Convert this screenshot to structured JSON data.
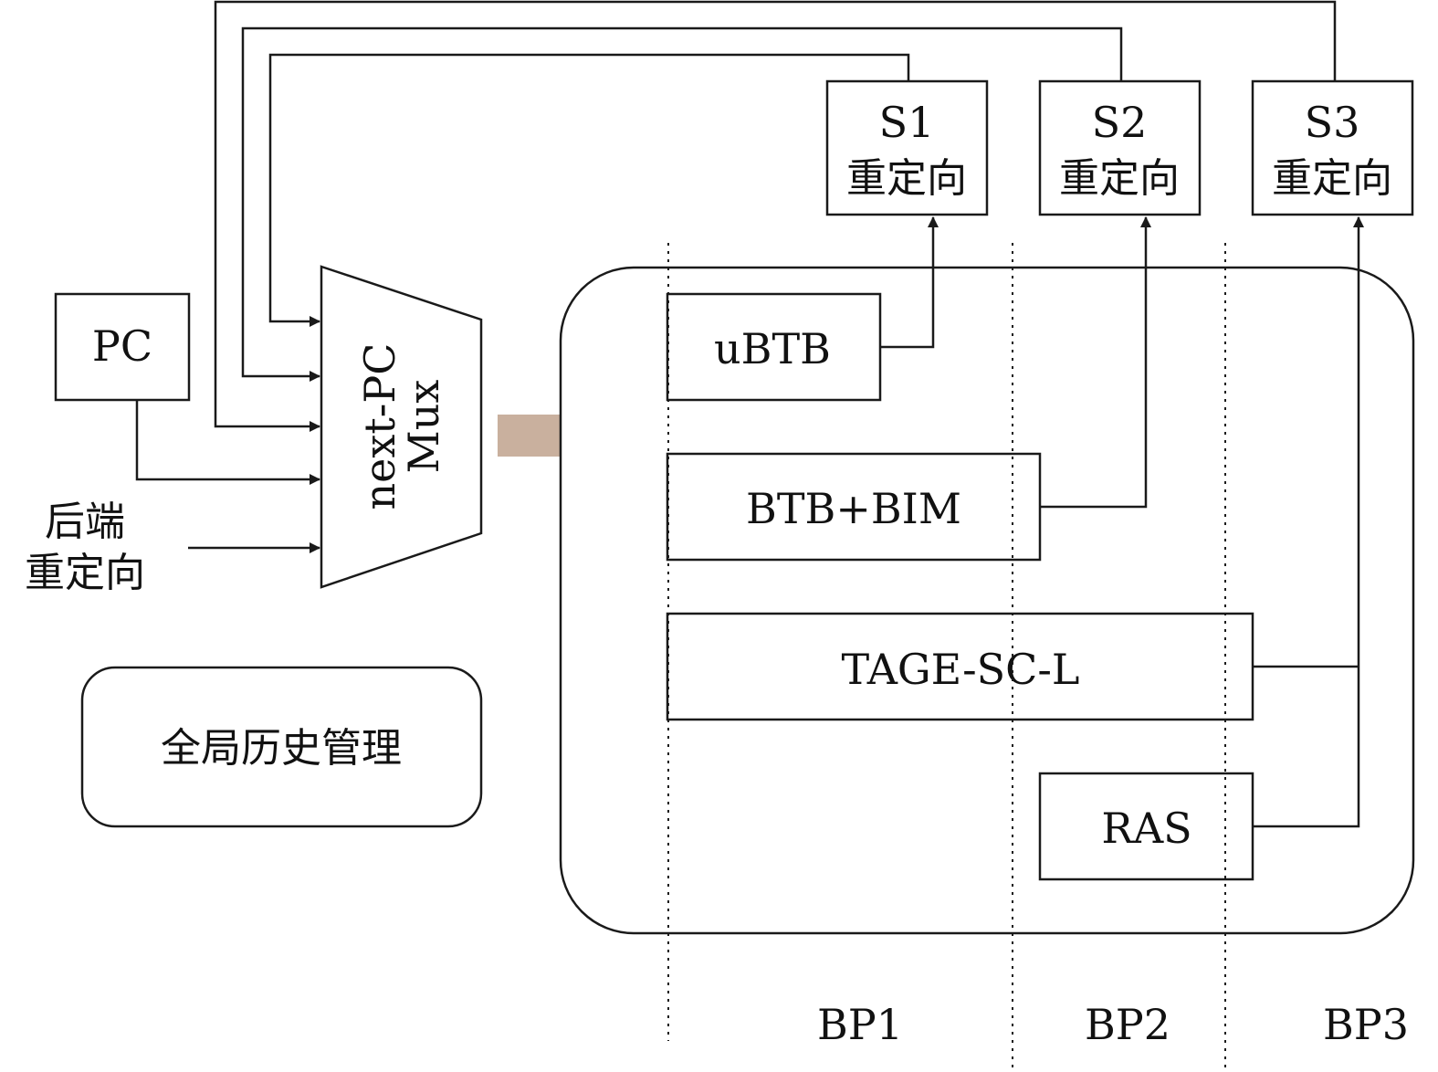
{
  "blocks": {
    "pc": "PC",
    "backend_redirect": [
      "后端",
      "重定向"
    ],
    "mux": [
      "next-PC",
      "Mux"
    ],
    "global_history": "全局历史管理",
    "ubtb": "uBTB",
    "btb_bim": "BTB+BIM",
    "tage": "TAGE-SC-L",
    "ras": "RAS"
  },
  "redirects": [
    {
      "stage": "S1",
      "label": "重定向"
    },
    {
      "stage": "S2",
      "label": "重定向"
    },
    {
      "stage": "S3",
      "label": "重定向"
    }
  ],
  "stages": [
    "BP1",
    "BP2",
    "BP3"
  ],
  "colors": {
    "line": "#1a1a1a",
    "flow_arrow": "#c9b09e"
  }
}
